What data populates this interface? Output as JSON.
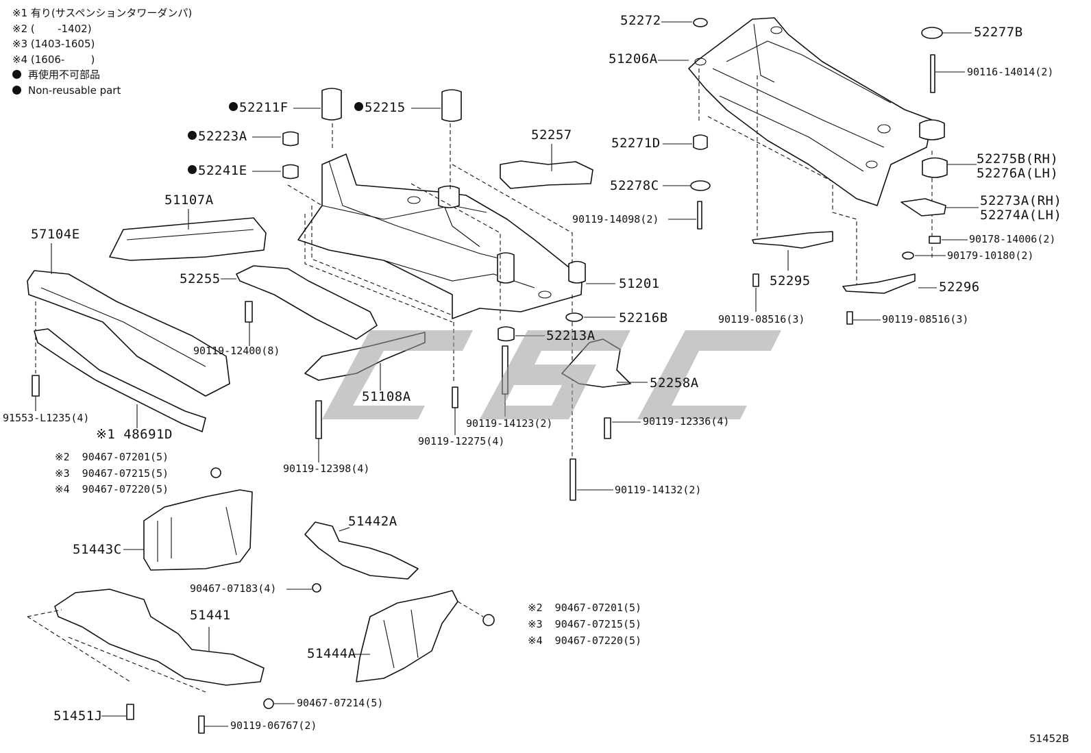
{
  "legend": {
    "note1": "※1 有り(サスペンションタワーダンパ)",
    "note2": "※2 (       -1402)",
    "note3": "※3 (1403-1605)",
    "note4": "※4 (1606-        )",
    "nonreuse_jp": "再使用不可部品",
    "nonreuse_en": "Non-reusable part"
  },
  "labels": {
    "p52272": "52272",
    "p51206A": "51206A",
    "p52277B": "52277B",
    "p90116_14014": "90116-14014(2)",
    "p52211F": "52211F",
    "p52215": "52215",
    "p52223A": "52223A",
    "p52241E": "52241E",
    "p52257": "52257",
    "p51107A": "51107A",
    "p57104E": "57104E",
    "p52271D": "52271D",
    "p52278C": "52278C",
    "p90119_14098": "90119-14098(2)",
    "p52275B": "52275B(RH)",
    "p52276A": "52276A(LH)",
    "p52273A": "52273A(RH)",
    "p52274A": "52274A(LH)",
    "p90178_14006": "90178-14006(2)",
    "p90179_10180": "90179-10180(2)",
    "p52255": "52255",
    "p51201": "51201",
    "p52295": "52295",
    "p52296": "52296",
    "p90119_08516a": "90119-08516(3)",
    "p90119_08516b": "90119-08516(3)",
    "p52216B": "52216B",
    "p52213A": "52213A",
    "p90119_12400": "90119-12400(8)",
    "p52258A": "52258A",
    "p51108A": "51108A",
    "p90119_14123": "90119-14123(2)",
    "p90119_12336": "90119-12336(4)",
    "p91553": "91553-L1235(4)",
    "p48691D": "※1 48691D",
    "p90119_12275": "90119-12275(4)",
    "p90119_12398": "90119-12398(4)",
    "p90119_14132": "90119-14132(2)",
    "tl_a": "※2  90467-07201(5)",
    "tl_b": "※3  90467-07215(5)",
    "tl_c": "※4  90467-07220(5)",
    "p51442A": "51442A",
    "p51443C": "51443C",
    "p90467_07183": "90467-07183(4)",
    "br_a": "※2  90467-07201(5)",
    "br_b": "※3  90467-07215(5)",
    "br_c": "※4  90467-07220(5)",
    "p51441": "51441",
    "p51444A": "51444A",
    "p90467_07214": "90467-07214(5)",
    "p51451J": "51451J",
    "p90119_06767": "90119-06767(2)"
  },
  "figure_ref": "51452B"
}
